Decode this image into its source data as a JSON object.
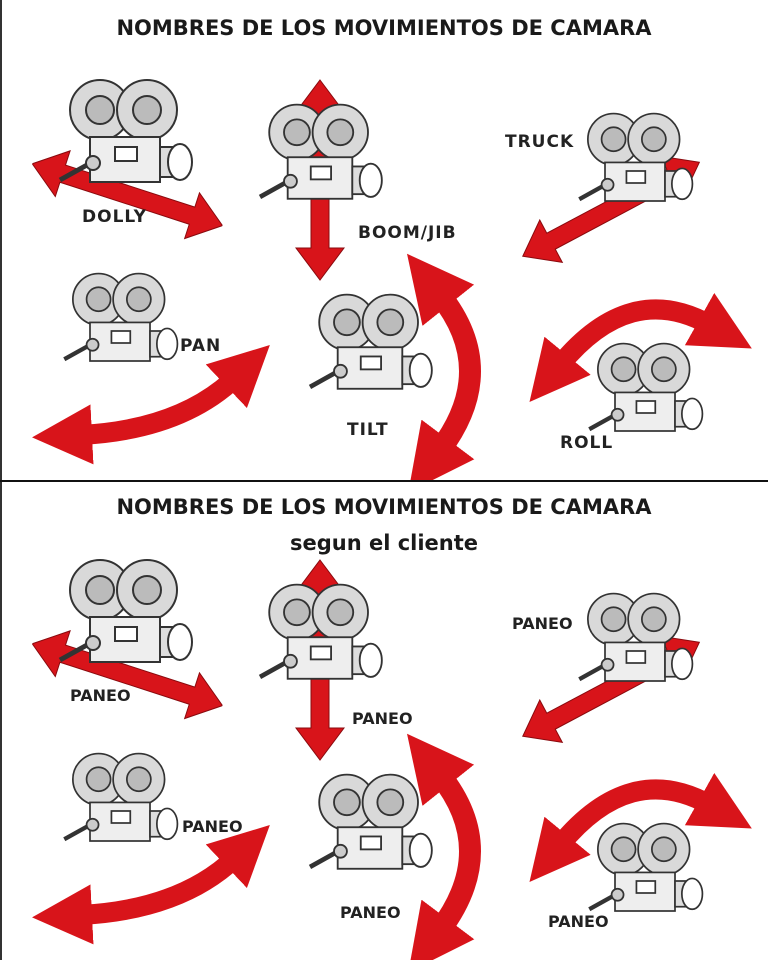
{
  "top_panel": {
    "title": "NOMBRES DE LOS MOVIMIENTOS DE CAMARA",
    "labels": {
      "dolly": "DOLLY",
      "boom": "BOOM/JIB",
      "truck": "TRUCK",
      "pan": "PAN",
      "tilt": "TILT",
      "roll": "ROLL"
    }
  },
  "bottom_panel": {
    "title": "NOMBRES DE LOS MOVIMIENTOS DE CAMARA",
    "subtitle": "segun el cliente",
    "labels": {
      "dolly": "PANEO",
      "boom": "PANEO",
      "truck": "PANEO",
      "pan": "PANEO",
      "tilt": "PANEO",
      "roll": "PANEO"
    }
  },
  "colors": {
    "arrow": "#d8141a",
    "camera": "#d9d9d9",
    "outline": "#333333"
  }
}
